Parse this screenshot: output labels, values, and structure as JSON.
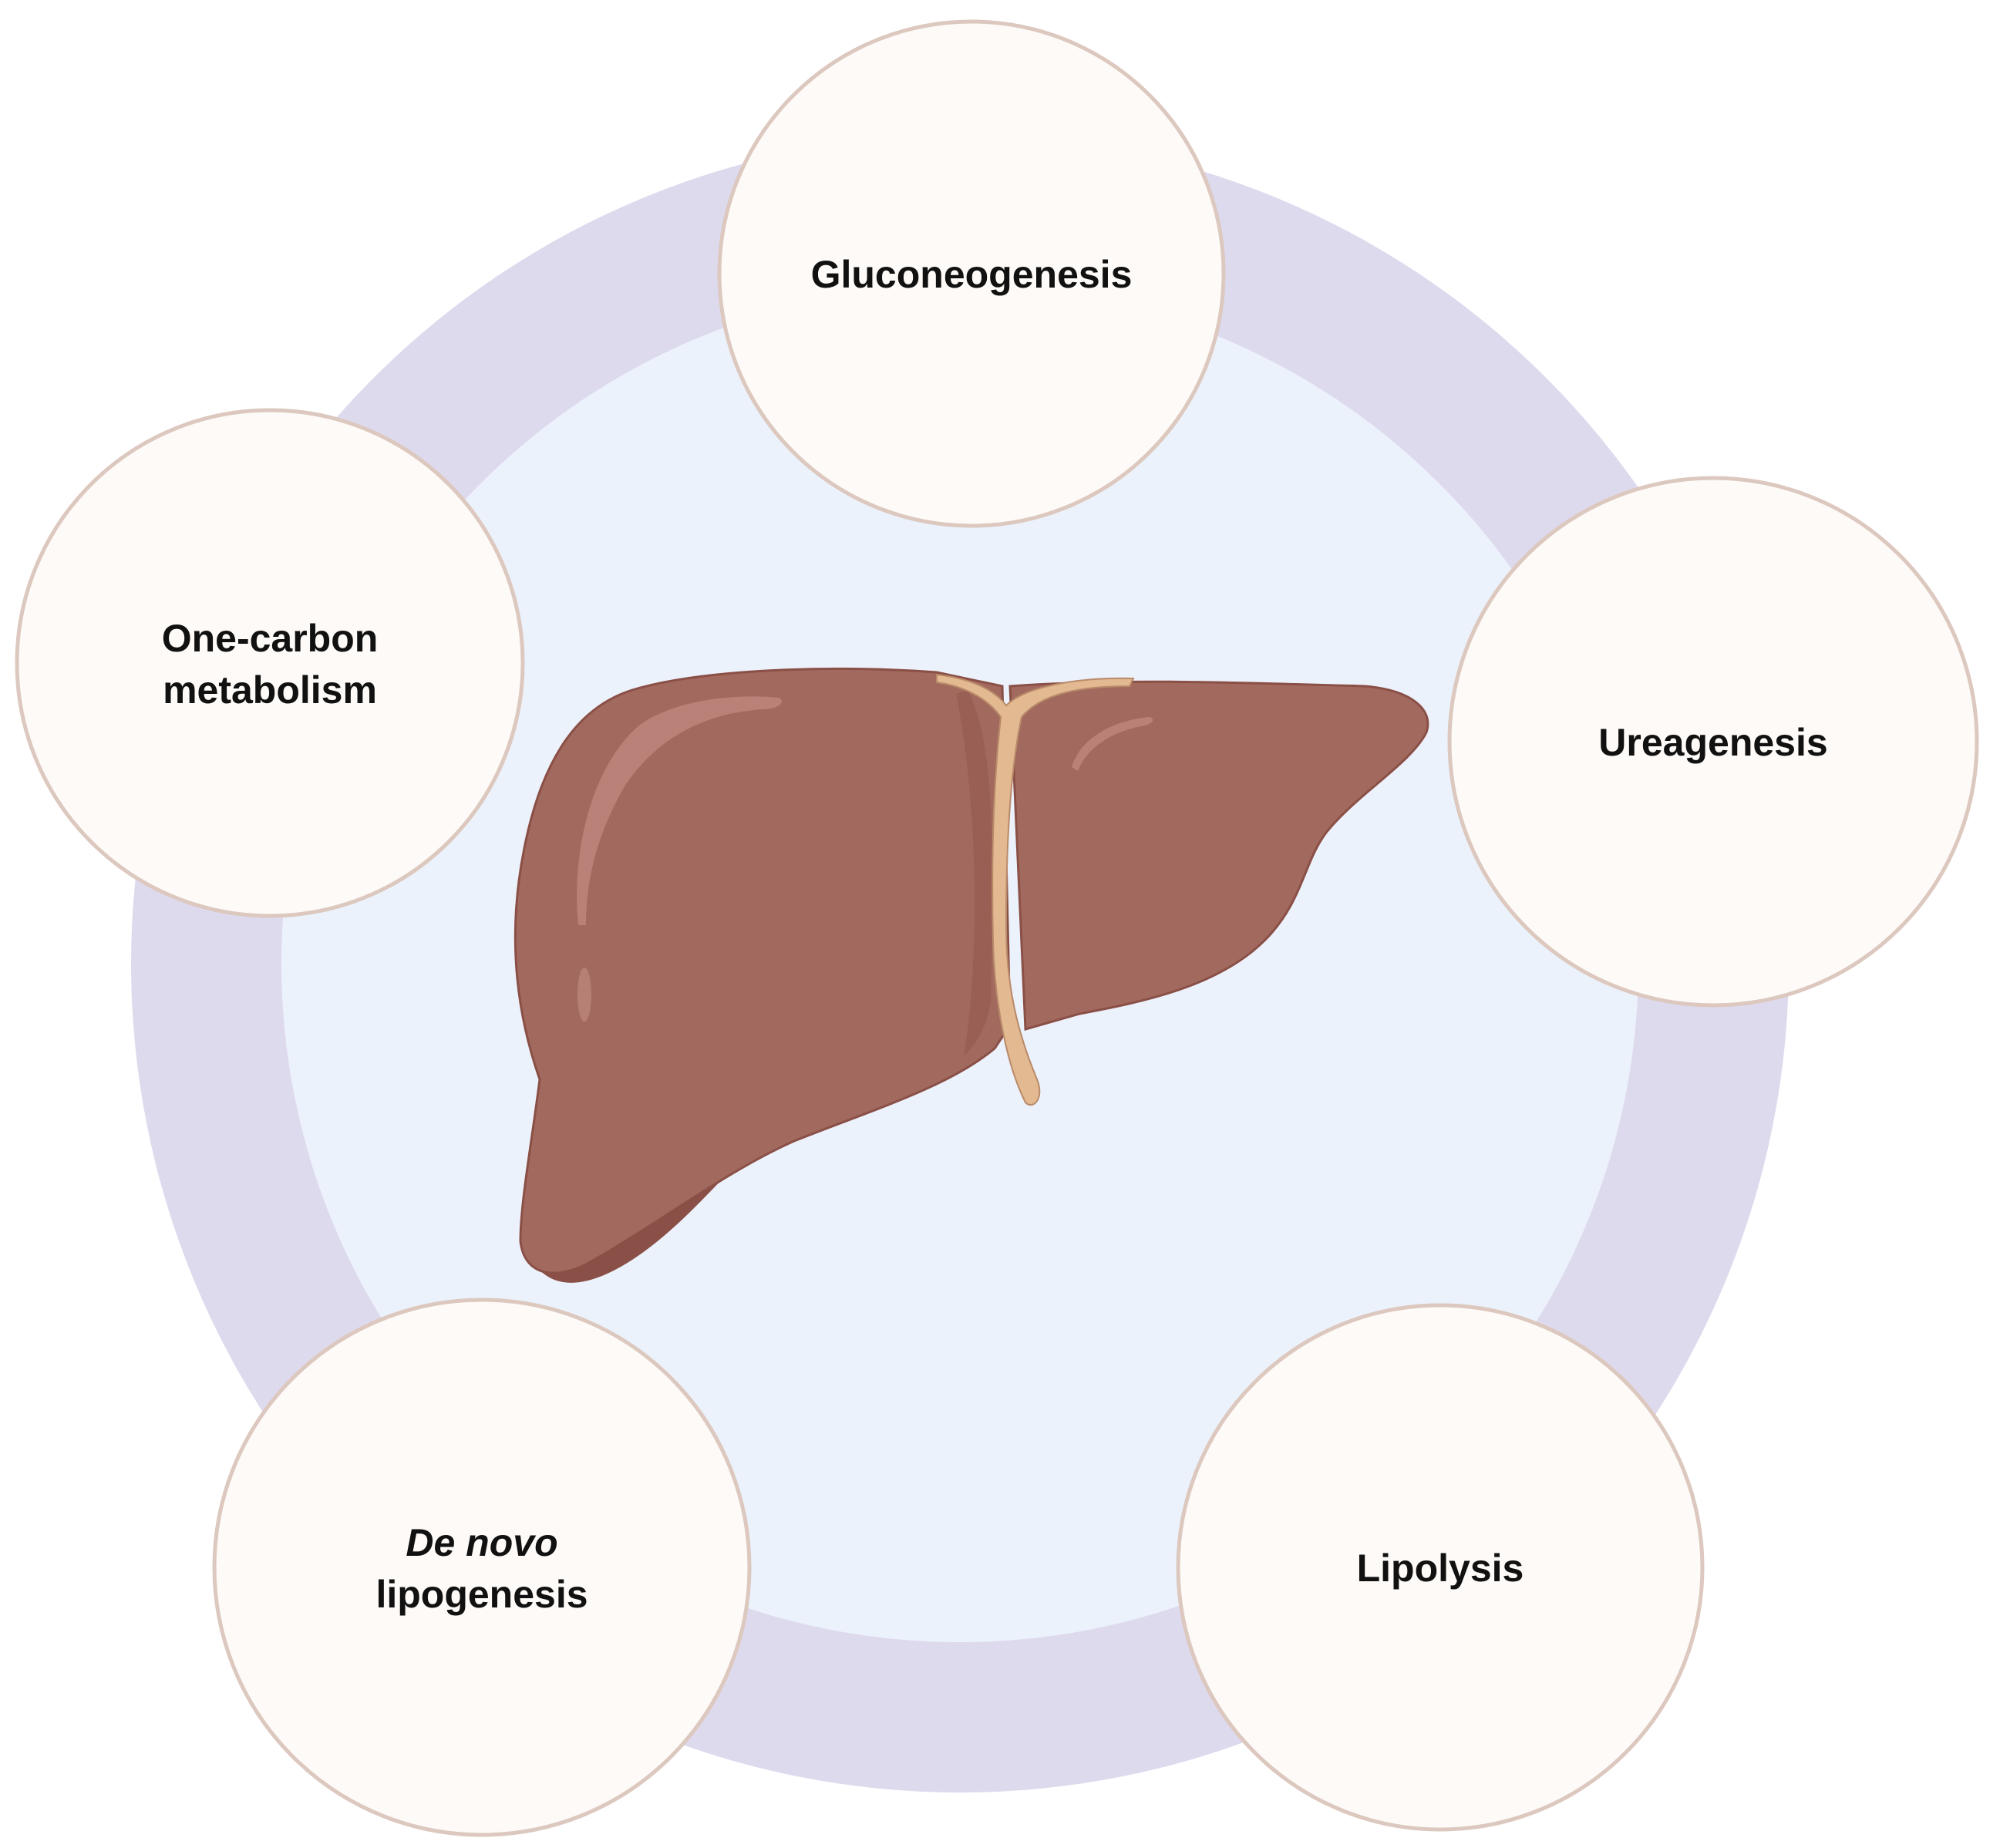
{
  "diagram": {
    "center": {
      "icon": "liver-icon"
    },
    "nodes": [
      {
        "id": "gluconeogenesis",
        "lines": [
          "Gluconeogenesis"
        ]
      },
      {
        "id": "ureagenesis",
        "lines": [
          "Ureagenesis"
        ]
      },
      {
        "id": "lipolysis",
        "lines": [
          "Lipolysis"
        ]
      },
      {
        "id": "de-novo-lipogenesis",
        "lines": [
          "De novo",
          "lipogenesis"
        ],
        "italic_lines": [
          0
        ]
      },
      {
        "id": "one-carbon-metabolism",
        "lines": [
          "One-carbon",
          "metabolism"
        ]
      }
    ],
    "colors": {
      "outer_ring": "#dedaee",
      "inner_disc": "#ecf2fb",
      "node_fill": "#fdfaf7",
      "node_border": "#dcc8be",
      "liver": "#a26a5e",
      "liver_shadow": "#8a4f46",
      "ligament": "#e2b990"
    }
  }
}
